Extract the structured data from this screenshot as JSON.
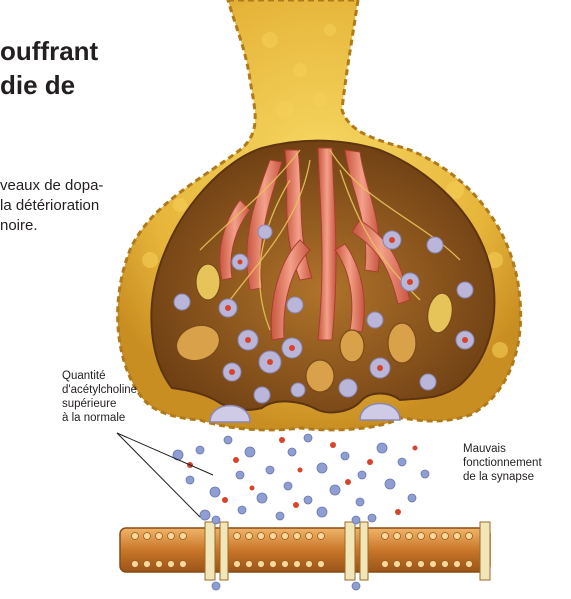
{
  "heading": {
    "lines": [
      "ouffrant",
      "die de"
    ]
  },
  "intro": {
    "lines": [
      "veaux de dopa-",
      "la détérioration",
      "noire."
    ]
  },
  "labels": {
    "acetylcholine": [
      "Quantité",
      "d'acétylcholine",
      "supérieure",
      "à la normale"
    ],
    "synapse": [
      "Mauvais",
      "fonctionnement",
      "de la synapse"
    ]
  },
  "colors": {
    "neuron_sheath": "#e9b93a",
    "neuron_interior": "#8a5418",
    "dendrite": "#e07f66",
    "vesicle": "#b9b6d9",
    "neurotransmitter_blue": "#8f9ed2",
    "neurotransmitter_red": "#d8442b",
    "membrane": "#c97a2c",
    "receptor": "#f1e6b8"
  }
}
